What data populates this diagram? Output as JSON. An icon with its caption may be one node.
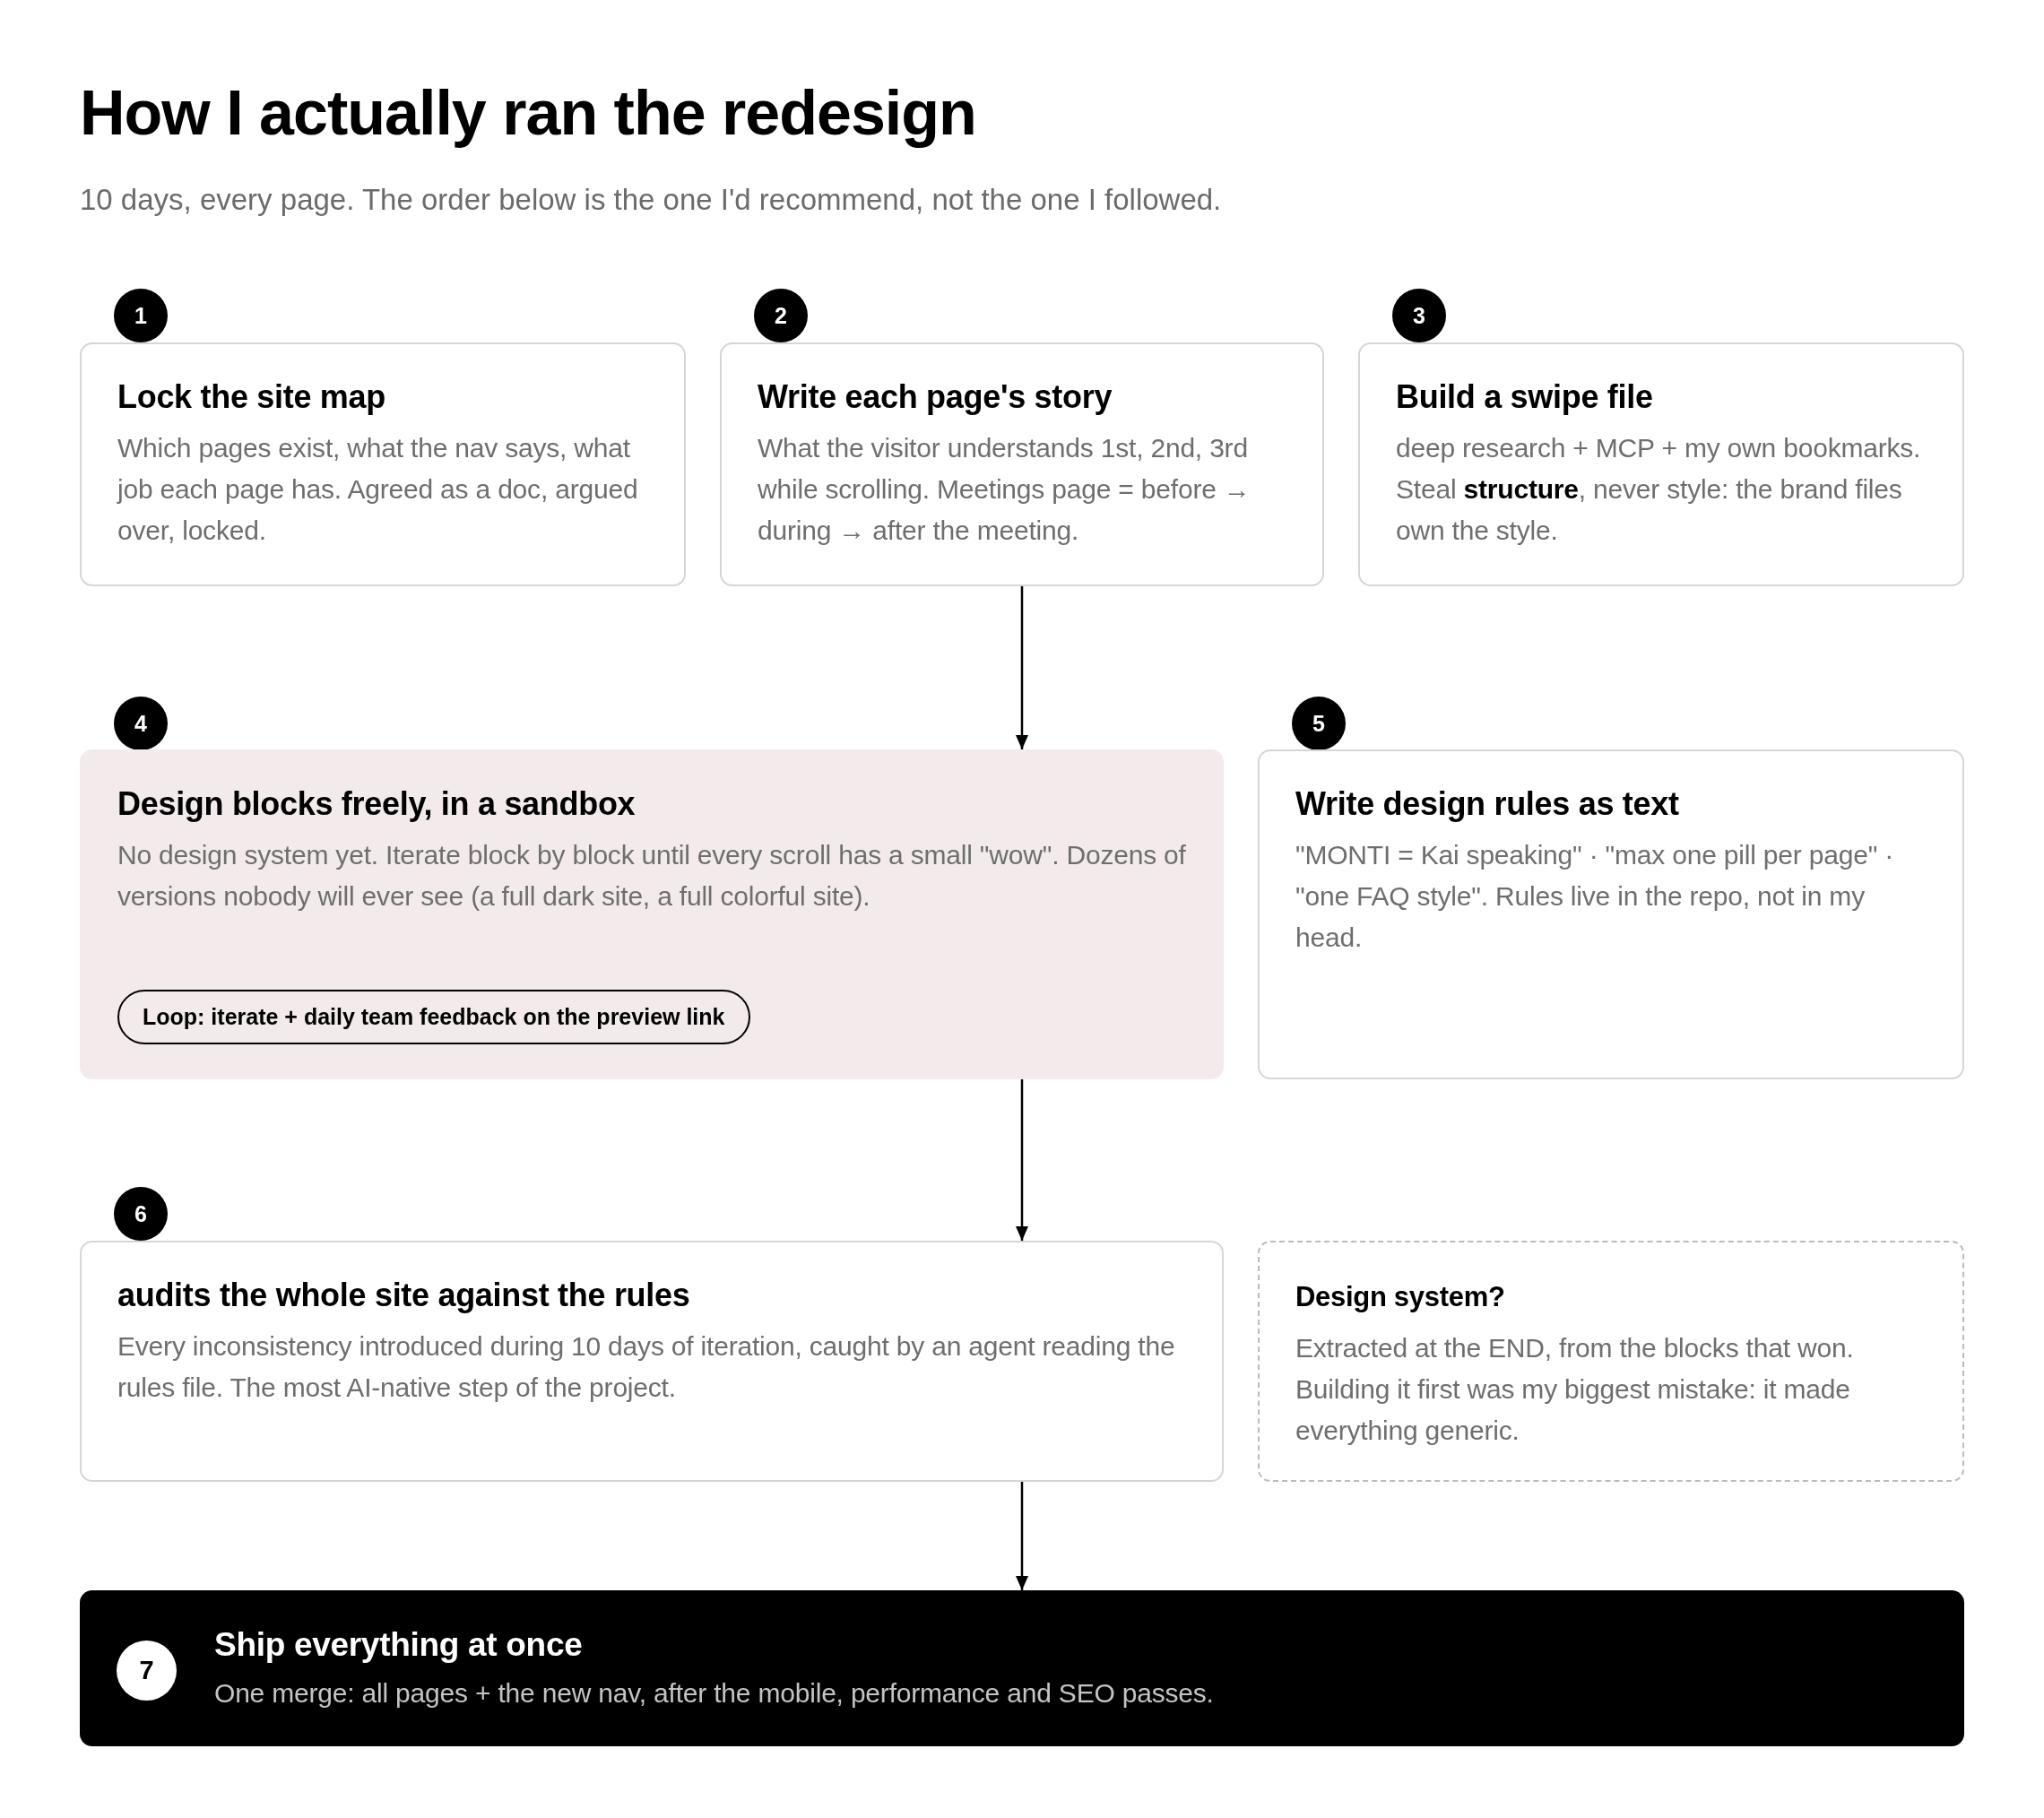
{
  "diagram": {
    "title": "How I actually ran the redesign",
    "labels": [
      "10 days, every page. The order below is the one I'd recommend, not the one I followed."
    ],
    "nodes": [
      {
        "text": [
          "1"
        ]
      },
      {
        "text": [
          "Lock the site map",
          "Which pages exist, what the nav says, what job each page has. Agreed as a doc, argued over, locked."
        ]
      },
      {
        "text": [
          "2"
        ]
      },
      {
        "text": [
          "Write each page's story",
          "What the visitor understands 1st, 2nd, 3rd while scrolling. Meetings page = before → during → after the meeting."
        ]
      },
      {
        "text": [
          "3"
        ]
      },
      {
        "text": [
          "Build a swipe file",
          "deep research + MCP + my own bookmarks. Steal **structure**, never style: the brand files own the style."
        ]
      },
      {
        "text": [
          "4"
        ]
      },
      {
        "text": [
          "Design blocks freely, in a sandbox",
          "No design system yet. Iterate block by block until every scroll has a small \"wow\". Dozens of versions nobody will ever see (a full dark site, a full colorful site)."
        ]
      },
      {
        "text": [
          "Loop: iterate + daily team feedback on the preview link"
        ],
        "in": 7
      },
      {
        "text": [
          "5"
        ]
      },
      {
        "text": [
          "Write design rules as text",
          "\"MONTI = Kai speaking\" · \"max one pill per page\" · \"one FAQ style\". Rules live in the repo, not in my head."
        ]
      },
      {
        "text": [
          "6"
        ]
      },
      {
        "text": [
          "audits the whole site against the rules",
          "Every inconsistency introduced during 10 days of iteration, caught by an agent reading the rules file. The most AI-native step of the project."
        ]
      },
      {
        "text": [
          "Design system?",
          "Extracted at the END, from the blocks that won. Building it first was my biggest mistake: it made everything generic."
        ]
      },
      {
        "text": [
          "Ship everything at once",
          "One merge: all pages + the new nav, after the mobile, performance and SEO passes."
        ]
      },
      {
        "text": [
          "7"
        ],
        "in": 14
      }
    ],
    "edges": [
      {
        "from": 3,
        "to": 7,
        "arrow": "to"
      },
      {
        "from": 7,
        "to": 12,
        "arrow": "to"
      },
      {
        "from": 12,
        "to": 14,
        "arrow": "to"
      }
    ]
  }
}
